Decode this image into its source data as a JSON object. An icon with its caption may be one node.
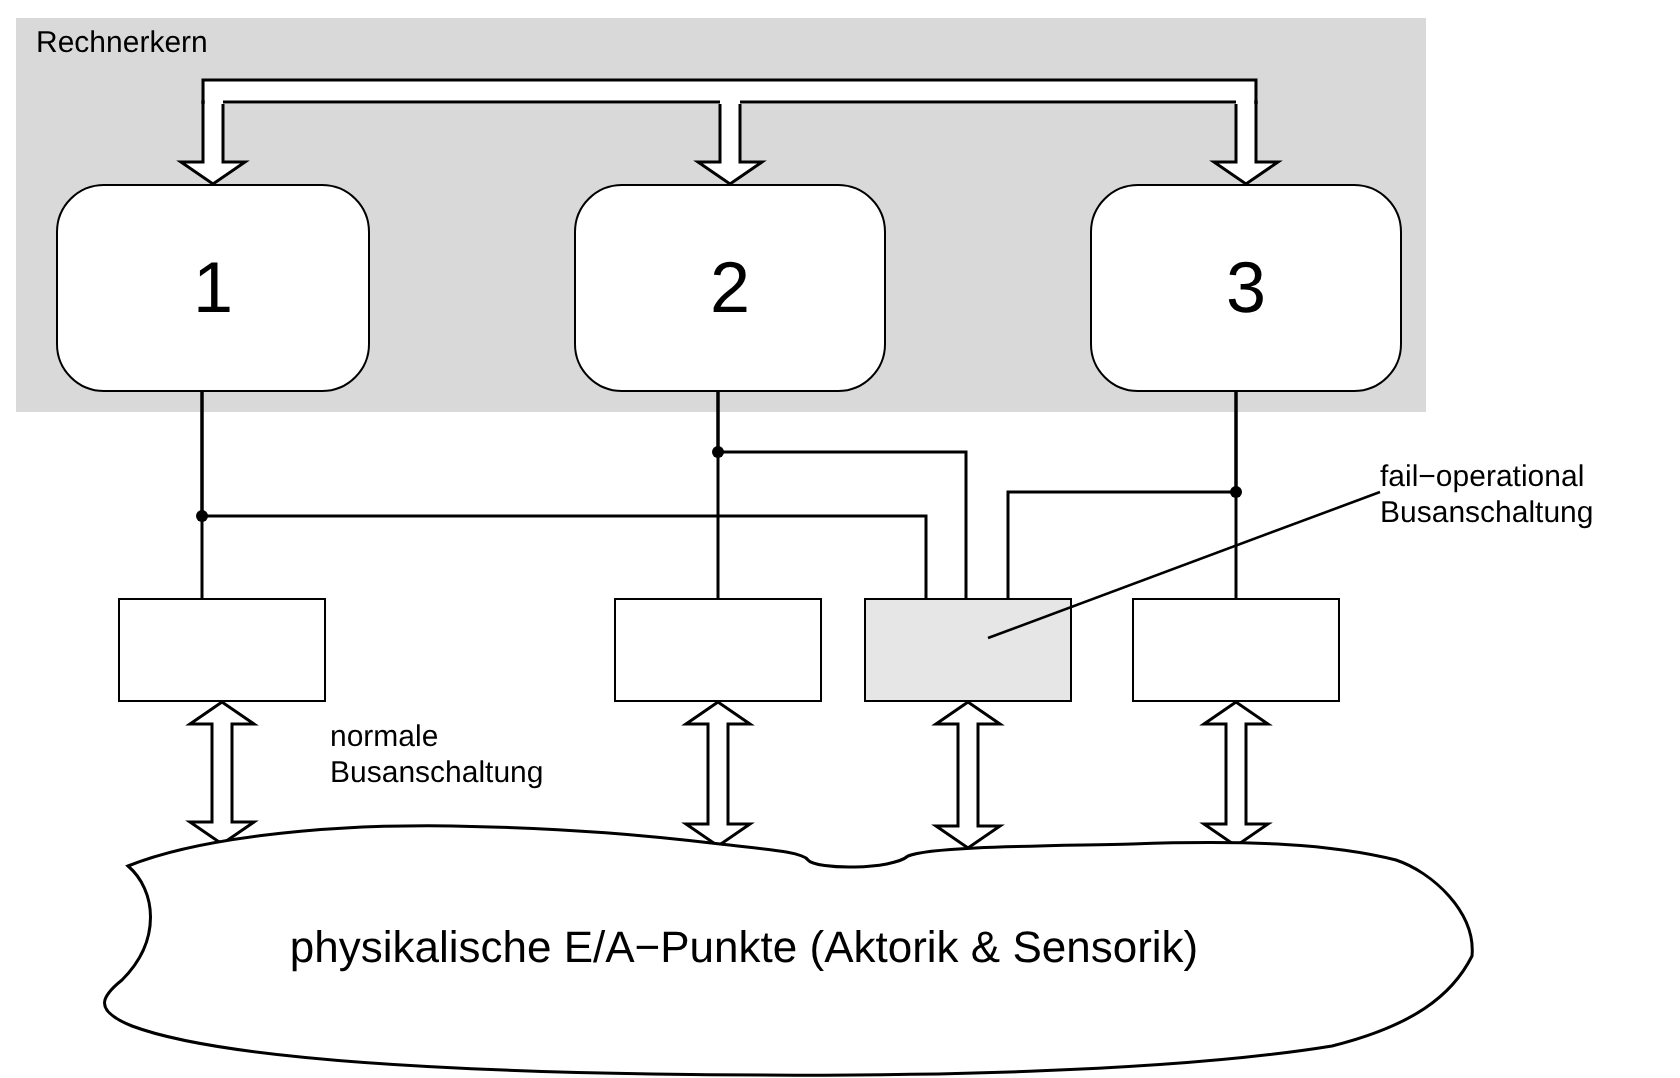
{
  "diagram": {
    "nodes": [
      {
        "text": [
          "Rechnerkern"
        ]
      },
      {
        "text": [
          "1"
        ],
        "in": 0
      },
      {
        "text": [
          "2"
        ],
        "in": 0
      },
      {
        "text": [
          "3"
        ],
        "in": 0
      },
      {
        "text": [],
        "shape": "box"
      },
      {
        "text": [],
        "shape": "box"
      },
      {
        "text": [],
        "shape": "box"
      },
      {
        "text": [],
        "shape": "box"
      },
      {
        "text": [
          "physikalische E/A−Punkte (Aktorik & Sensorik)"
        ]
      },
      {
        "text": [
          "fail−operational Busanschaltung"
        ]
      }
    ],
    "edges": [
      {
        "from": null,
        "to": 1,
        "arrow": "to",
        "style": "thick"
      },
      {
        "from": null,
        "to": 2,
        "arrow": "to",
        "style": "thick"
      },
      {
        "from": null,
        "to": 3,
        "arrow": "to",
        "style": "thick"
      },
      {
        "from": 1,
        "to": 4,
        "arrow": "none"
      },
      {
        "from": 1,
        "to": 6,
        "arrow": "none"
      },
      {
        "from": 2,
        "to": 5,
        "arrow": "none"
      },
      {
        "from": 2,
        "to": 6,
        "arrow": "none"
      },
      {
        "from": 3,
        "to": 7,
        "arrow": "none"
      },
      {
        "from": 3,
        "to": 6,
        "arrow": "none"
      },
      {
        "from": 4,
        "to": 8,
        "arrow": "both",
        "style": "thick"
      },
      {
        "from": 5,
        "to": 8,
        "arrow": "both",
        "style": "thick"
      },
      {
        "from": 6,
        "to": 8,
        "arrow": "both",
        "style": "thick"
      },
      {
        "from": 7,
        "to": 8,
        "arrow": "both",
        "style": "thick"
      },
      {
        "from": 9,
        "to": 6,
        "arrow": "none"
      }
    ],
    "labels": [
      "normale Busanschaltung"
    ]
  }
}
